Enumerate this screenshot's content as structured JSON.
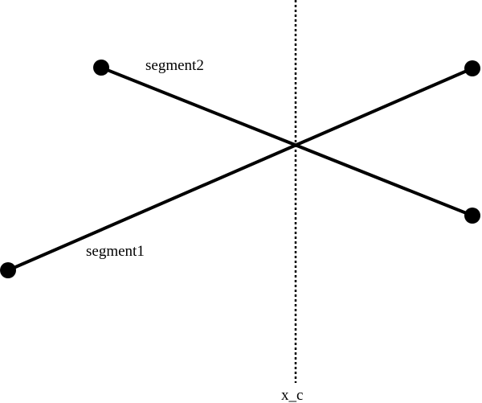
{
  "labels": {
    "segment1": "segment1",
    "segment2": "segment2",
    "x_c": "x_c"
  },
  "colors": {
    "stroke": "#000000",
    "background": "#ffffff"
  }
}
